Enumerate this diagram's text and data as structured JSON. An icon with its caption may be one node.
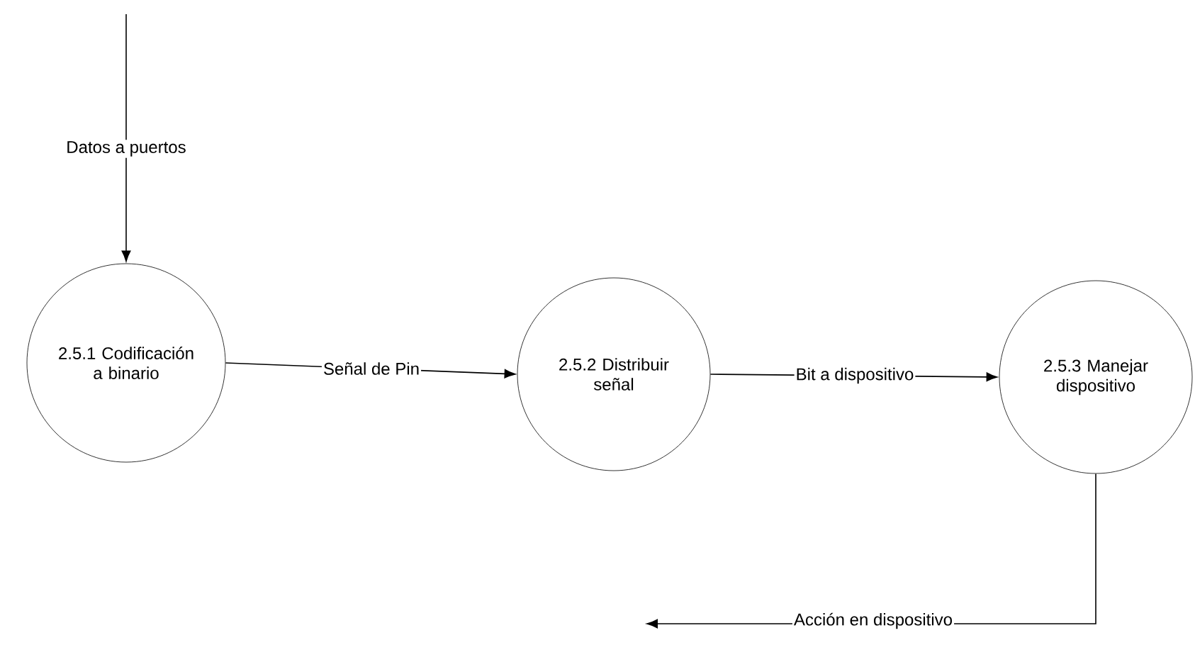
{
  "diagram": {
    "nodes": [
      {
        "text": [
          "2.5.1 Codificación a binario"
        ]
      },
      {
        "text": [
          "2.5.2 Distribuir señal"
        ]
      },
      {
        "text": [
          "2.5.3 Manejar dispositivo"
        ]
      }
    ],
    "edges": [
      {
        "from": null,
        "to": 0,
        "arrow": "to",
        "label": "Datos a puertos"
      },
      {
        "from": 0,
        "to": 1,
        "arrow": "to",
        "label": "Señal de Pin"
      },
      {
        "from": 1,
        "to": 2,
        "arrow": "to",
        "label": "Bit a dispositivo"
      },
      {
        "from": 2,
        "to": null,
        "arrow": "to",
        "label": "Acción en dispositivo"
      }
    ]
  }
}
